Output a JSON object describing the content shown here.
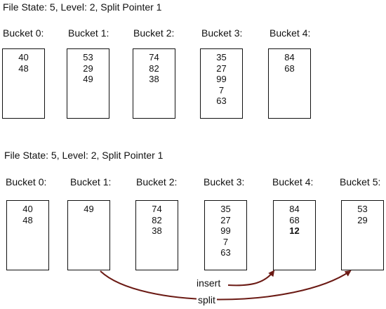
{
  "top_panel": {
    "title": "File State: 5, Level: 2, Split Pointer 1",
    "buckets": [
      {
        "label": "Bucket 0:",
        "values": [
          "40",
          "48"
        ]
      },
      {
        "label": "Bucket 1:",
        "values": [
          "53",
          "29",
          "49"
        ]
      },
      {
        "label": "Bucket 2:",
        "values": [
          "74",
          "82",
          "38"
        ]
      },
      {
        "label": "Bucket 3:",
        "values": [
          "35",
          "27",
          "99",
          "7",
          "63"
        ]
      },
      {
        "label": "Bucket 4:",
        "values": [
          "84",
          "68"
        ]
      }
    ]
  },
  "bottom_panel": {
    "title": "File State: 5, Level: 2, Split Pointer 1",
    "buckets": [
      {
        "label": "Bucket 0:",
        "values": [
          "40",
          "48"
        ]
      },
      {
        "label": "Bucket 1:",
        "values": [
          "49"
        ]
      },
      {
        "label": "Bucket 2:",
        "values": [
          "74",
          "82",
          "38"
        ]
      },
      {
        "label": "Bucket 3:",
        "values": [
          "35",
          "27",
          "99",
          "7",
          "63"
        ]
      },
      {
        "label": "Bucket 4:",
        "values": [
          "84",
          "68",
          "12"
        ],
        "bold_index": 2
      },
      {
        "label": "Bucket 5:",
        "values": [
          "53",
          "29"
        ]
      }
    ],
    "arrows": {
      "insert_label": "insert",
      "split_label": "split",
      "color": "#6b1a14"
    }
  }
}
